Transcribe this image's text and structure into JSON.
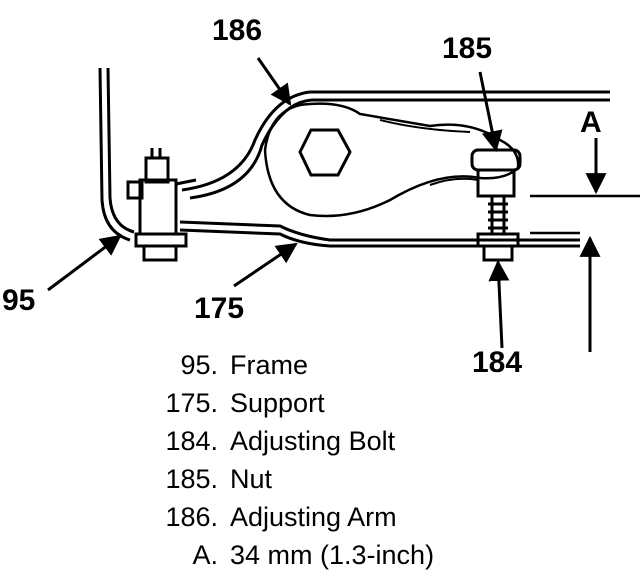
{
  "callouts": {
    "c186": "186",
    "c185": "185",
    "cA": "A",
    "c95": "95",
    "c175": "175",
    "c184": "184"
  },
  "legend": [
    {
      "num": "95.",
      "text": "Frame"
    },
    {
      "num": "175.",
      "text": "Support"
    },
    {
      "num": "184.",
      "text": "Adjusting Bolt"
    },
    {
      "num": "185.",
      "text": "Nut"
    },
    {
      "num": "186.",
      "text": "Adjusting Arm"
    },
    {
      "num": "A.",
      "text": "34 mm (1.3-inch)"
    }
  ]
}
